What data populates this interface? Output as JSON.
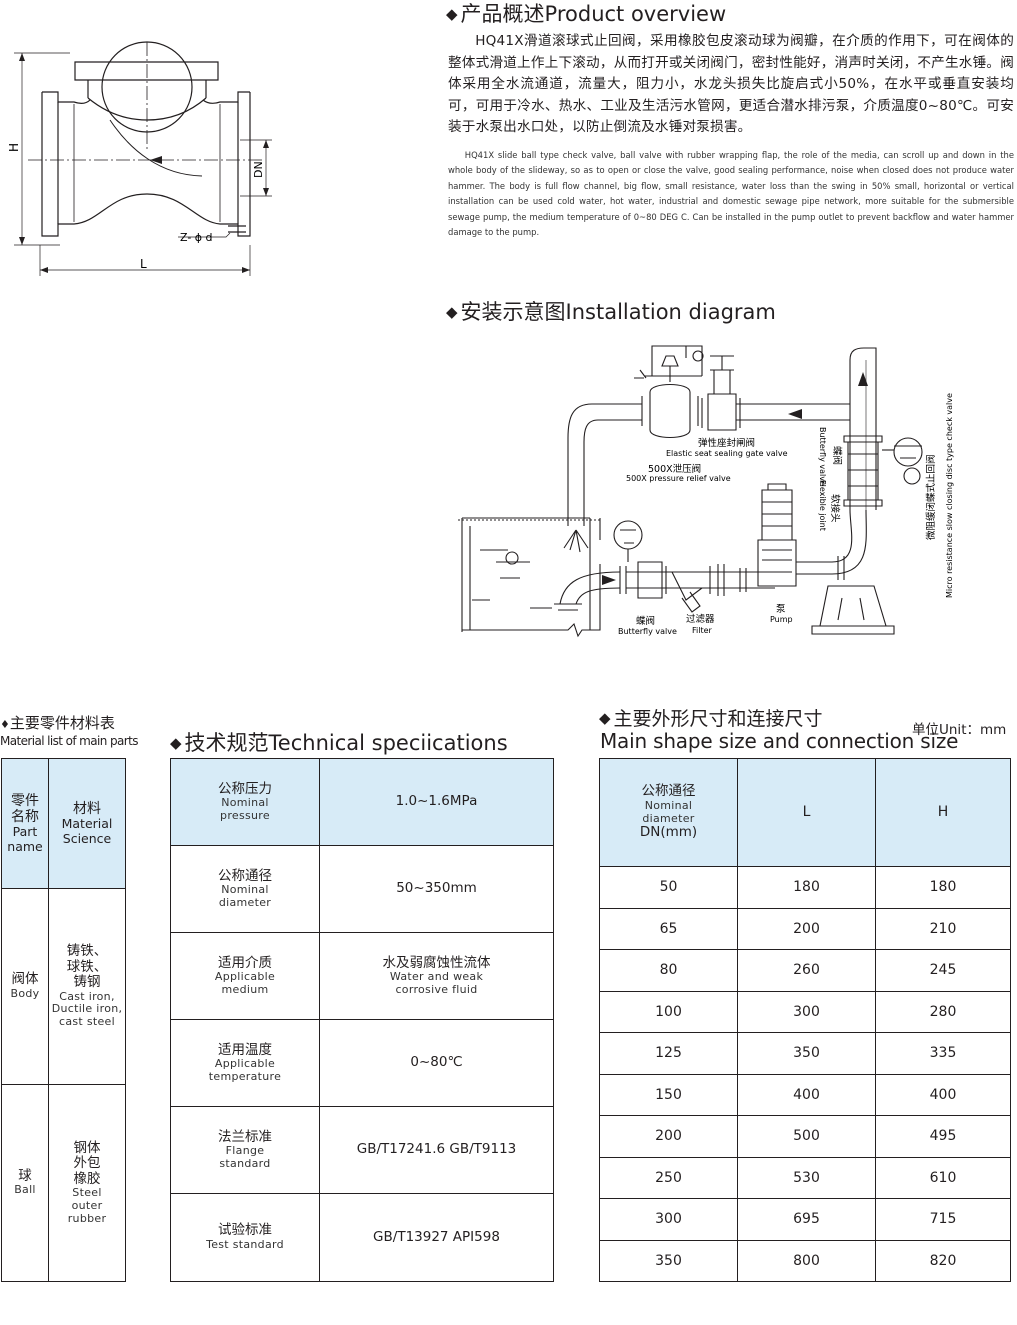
{
  "overview": {
    "title": "产品概述Product overview",
    "zh": "HQ41X滑道滚球式止回阀，采用橡胶包皮滚动球为阀瓣，在介质的作用下，可在阀体的整体式滑道上作上下滚动，从而打开或关闭阀门，密封性能好，消声时关闭，不产生水锤。阀体采用全水流通道，流量大，阻力小，水龙头损失比旋启式小50%，在水平或垂直安装均可，可用于冷水、热水、工业及生活污水管网，更适合潜水排污泵，介质温度0~80℃。可安装于水泵出水口处，以防止倒流及水锤对泵损害。",
    "en": "HQ41X slide ball type check valve, ball valve with rubber wrapping flap, the role of the media, can scroll up and down in the whole body of the slideway, so as to open or close the valve, good sealing performance, noise when closed does not produce water hammer. The body is full flow channel, big flow, small resistance, water loss than the swing in 50% small, horizontal or vertical installation can be used cold water, hot water, industrial and domestic sewage pipe network, more suitable for the submersible sewage pump, the medium temperature of 0~80 DEG C. Can be installed in the pump outlet to prevent backflow and water hammer damage to the pump."
  },
  "drawing": {
    "h": "H",
    "dn": "DN",
    "z": "Z- ϕ d",
    "l": "L"
  },
  "install": {
    "title": "安装示意图Installation diagram",
    "gate_zh": "弹性座封闸阀",
    "gate_en": "Elastic seat sealing gate valve",
    "relief_zh": "500X泄压阀",
    "relief_en": "500X pressure relief valve",
    "bf1_zh": "蝶阀",
    "bf1_en": "Butterfly valve",
    "flex_zh": "软接头",
    "flex_en": "Flexible joint",
    "check_zh": "微阻缓闭蝶式止回阀",
    "check_en": "Micro resistance slow closing disc type check valve",
    "bf2_zh": "蝶阀",
    "bf2_en": "Butterfly valve",
    "filter_zh": "过滤器",
    "filter_en": "Filter",
    "pump_zh": "泵",
    "pump_en": "Pump"
  },
  "materials": {
    "title1": "主要零件材料表",
    "title2": "Material list of main parts",
    "h1_zh": "零件名称",
    "h1_en": "Part name",
    "h2_zh": "材料",
    "h2_en": "Material Science",
    "rows": [
      {
        "part_zh": "阀体",
        "part_en": "Body",
        "mat_zh": "铸铁、球铁、铸钢",
        "mat_en": "Cast iron, Ductile iron, cast steel"
      },
      {
        "part_zh": "球",
        "part_en": "Ball",
        "mat_zh": "钢体外包橡胶",
        "mat_en": "Steel outer rubber"
      }
    ]
  },
  "specs": {
    "title": "技术规范Technical speciications",
    "rows": [
      {
        "zh": "公称压力",
        "en": "Nominal pressure",
        "value": "1.0~1.6MPa"
      },
      {
        "zh": "公称通径",
        "en": "Nominal diameter",
        "value": "50~350mm"
      },
      {
        "zh": "适用介质",
        "en": "Applicable medium",
        "value": "水及弱腐蚀性流体",
        "value_en": "Water and weak corrosive fluid"
      },
      {
        "zh": "适用温度",
        "en": "Applicable temperature",
        "value": "0~80℃"
      },
      {
        "zh": "法兰标准",
        "en": "Flange standard",
        "value": "GB/T17241.6 GB/T9113"
      },
      {
        "zh": "试验标准",
        "en": "Test standard",
        "value": "GB/T13927 API598"
      }
    ]
  },
  "dims": {
    "title_zh": "主要外形尺寸和连接尺寸",
    "title_en": "Main shape size and connection size",
    "unit": "单位Unit：mm",
    "col1_zh": "公称通径",
    "col1_en": "Nominal diameter",
    "col1_unit": "DN(mm)",
    "col2": "L",
    "col3": "H",
    "rows": [
      [
        "50",
        "180",
        "180"
      ],
      [
        "65",
        "200",
        "210"
      ],
      [
        "80",
        "260",
        "245"
      ],
      [
        "100",
        "300",
        "280"
      ],
      [
        "125",
        "350",
        "335"
      ],
      [
        "150",
        "400",
        "400"
      ],
      [
        "200",
        "500",
        "495"
      ],
      [
        "250",
        "530",
        "610"
      ],
      [
        "300",
        "695",
        "715"
      ],
      [
        "350",
        "800",
        "820"
      ]
    ]
  }
}
